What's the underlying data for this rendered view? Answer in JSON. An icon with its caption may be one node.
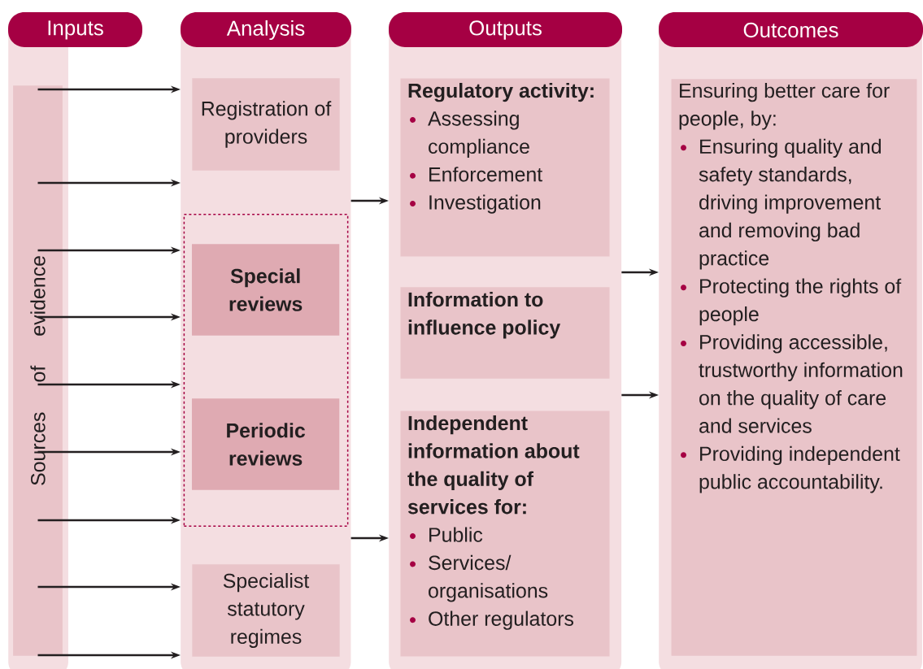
{
  "diagram": {
    "nodes": [
      {
        "text": [
          "Inputs"
        ]
      },
      {
        "text": [
          "Sources of evidence"
        ],
        "in": 0
      },
      {
        "text": [
          "Analysis"
        ]
      },
      {
        "text": [
          "Registration of providers"
        ],
        "in": 2
      },
      {
        "text": [],
        "shape": "box",
        "in": 2
      },
      {
        "text": [
          "Special reviews"
        ],
        "in": 4
      },
      {
        "text": [
          "Periodic reviews"
        ],
        "in": 4
      },
      {
        "text": [
          "Specialist statutory regimes"
        ],
        "in": 2
      },
      {
        "text": [
          "Outputs"
        ]
      },
      {
        "text": [
          "Regulatory activity:",
          "Assessing compliance",
          "Enforcement",
          "Investigation"
        ],
        "in": 8
      },
      {
        "text": [
          "Information to influence policy"
        ],
        "in": 8
      },
      {
        "text": [
          "Independent information about the quality of services for:",
          "Public",
          "Services/ organisations",
          "Other regulators"
        ],
        "in": 8
      },
      {
        "text": [
          "Outcomes"
        ]
      },
      {
        "text": [
          "Ensuring better care for people, by:",
          "Ensuring quality and safety standards, driving improvement and removing bad practice",
          "Protecting the rights of people",
          "Providing accessible, trustworthy information on the quality of care and services",
          "Providing independent public accountability."
        ],
        "in": 12
      }
    ],
    "edges": [
      {
        "from": 1,
        "to": 2,
        "arrow": "to"
      },
      {
        "from": 1,
        "to": 2,
        "arrow": "to"
      },
      {
        "from": 1,
        "to": 2,
        "arrow": "to"
      },
      {
        "from": 1,
        "to": 2,
        "arrow": "to"
      },
      {
        "from": 1,
        "to": 2,
        "arrow": "to"
      },
      {
        "from": 1,
        "to": 2,
        "arrow": "to"
      },
      {
        "from": 1,
        "to": 2,
        "arrow": "to"
      },
      {
        "from": 1,
        "to": 2,
        "arrow": "to"
      },
      {
        "from": 1,
        "to": 2,
        "arrow": "to"
      },
      {
        "from": 2,
        "to": 8,
        "arrow": "to"
      },
      {
        "from": 2,
        "to": 8,
        "arrow": "to"
      },
      {
        "from": 8,
        "to": 12,
        "arrow": "to"
      },
      {
        "from": 8,
        "to": 12,
        "arrow": "to"
      }
    ]
  }
}
